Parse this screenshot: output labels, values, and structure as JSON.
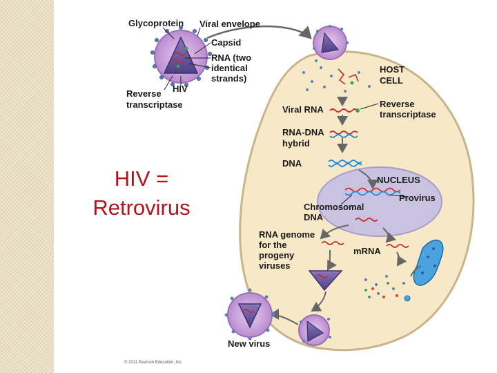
{
  "slide": {
    "title_line1": "HIV =",
    "title_line2": "Retrovirus"
  },
  "diagram": {
    "labels": {
      "glycoprotein": "Glycoprotein",
      "viral_envelope": "Viral envelope",
      "capsid": "Capsid",
      "rna_1": "RNA (two",
      "rna_2": "identical",
      "rna_3": "strands)",
      "reverse_1": "Reverse",
      "reverse_2": "transcriptase",
      "hiv": "HIV",
      "host_1": "HOST",
      "host_2": "CELL",
      "viral_rna": "Viral RNA",
      "rt_right_1": "Reverse",
      "rt_right_2": "transcriptase",
      "rnadna_1": "RNA-DNA",
      "rnadna_2": "hybrid",
      "dna": "DNA",
      "nucleus": "NUCLEUS",
      "provirus": "Provirus",
      "chrom_1": "Chromosomal",
      "chrom_2": "DNA",
      "genome_1": "RNA genome",
      "genome_2": "for the",
      "genome_3": "progeny",
      "genome_4": "viruses",
      "mrna": "mRNA",
      "new_virus": "New virus"
    },
    "copyright": "© 2011 Pearson Education, Inc.",
    "colors": {
      "cell_fill": "#f7e9c7",
      "cell_stroke": "#c8b48a",
      "nucleus_fill": "#c9c2e0",
      "virus_body": "#6d5a9e",
      "envelope": "#c7a0d6",
      "rna_red": "#c62828",
      "dna_blue": "#1e88e5",
      "title_red": "#b5121b"
    }
  }
}
